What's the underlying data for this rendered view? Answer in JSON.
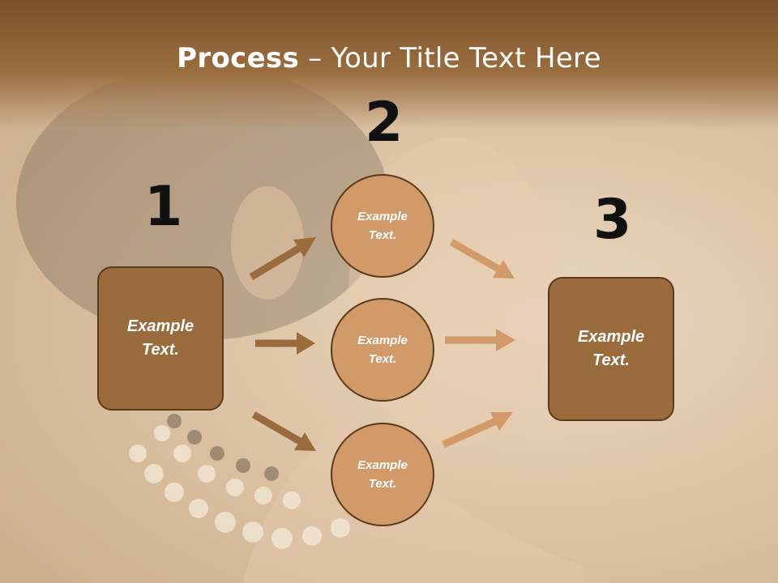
{
  "slide": {
    "title_strong": "Process",
    "title_rest": " – Your Title Text Here",
    "steps": {
      "one": {
        "number": "1",
        "text": "Example\nText."
      },
      "two": {
        "number": "2",
        "items": [
          {
            "text": "Example\nText."
          },
          {
            "text": "Example\nText."
          },
          {
            "text": "Example\nText."
          }
        ]
      },
      "three": {
        "number": "3",
        "text": "Example\nText."
      }
    }
  },
  "colors": {
    "header": "#7a5128",
    "box_fill": "#9a6b3d",
    "circle_fill": "#d19a68",
    "arrow_dark": "#9a6b3d",
    "arrow_light": "#d19a68",
    "outline": "#5b3a1a"
  }
}
